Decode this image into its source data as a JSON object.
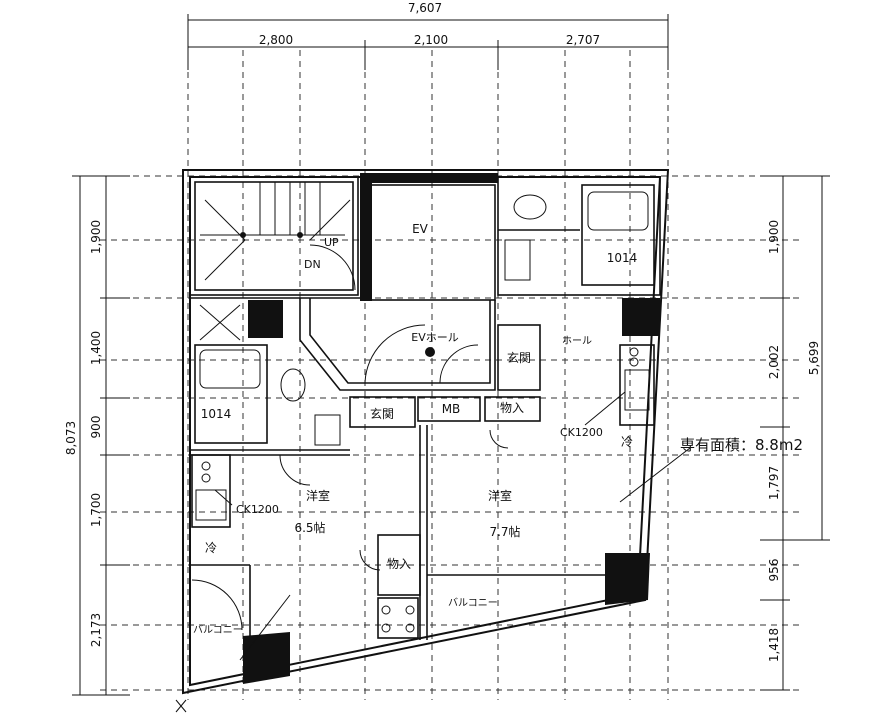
{
  "dimensions": {
    "total_width": "7,607",
    "top_segments": [
      "2,800",
      "2,100",
      "2,707"
    ],
    "left_total": "8,073",
    "left_segments": [
      "1,900",
      "1,400",
      "900",
      "1,700",
      "2,173"
    ],
    "right_segments": [
      "1,900",
      "2,002",
      "1,797",
      "956",
      "1,418"
    ],
    "right_total": "5,699"
  },
  "rooms": {
    "ev": "EV",
    "ev_hall": "EVホール",
    "up": "UP",
    "dn": "DN",
    "bath_left": "1014",
    "bath_right": "1014",
    "entrance_left": "玄関",
    "entrance_right": "玄関",
    "mb": "MB",
    "closet_top": "物入",
    "closet_mid": "物入",
    "kitchen_left": "CK1200",
    "kitchen_right": "CK1200",
    "fridge_left": "冷",
    "fridge_right": "冷",
    "western_left_name": "洋室",
    "western_left_size": "6.5帖",
    "western_right_name": "洋室",
    "western_right_size": "7.7帖",
    "balcony_left": "バルコニー",
    "balcony_right": "バルコニー",
    "hall_right": "ホール"
  },
  "floor_area": "専有面積：8.8m2"
}
